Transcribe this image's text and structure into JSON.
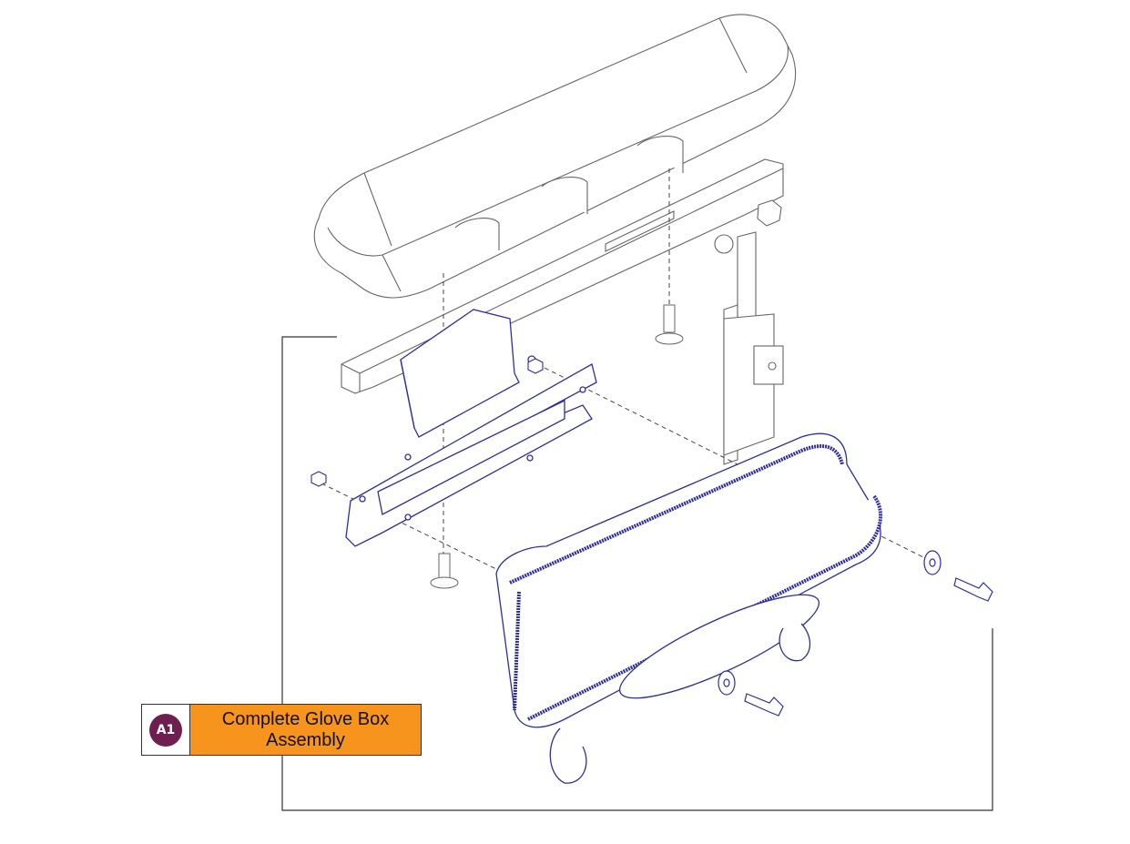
{
  "callout": {
    "badge": "A1",
    "label_line1": "Complete Glove Box",
    "label_line2": "Assembly"
  },
  "colors": {
    "part_line": "#555555",
    "highlight": "#2e2e9e",
    "badge_bg": "#6e1f4f",
    "label_bg": "#f7941d"
  },
  "icons": {
    "armrest": "armrest-pad-drawing",
    "bracket": "mounting-bracket-drawing",
    "glove_box": "glove-box-drawing"
  }
}
